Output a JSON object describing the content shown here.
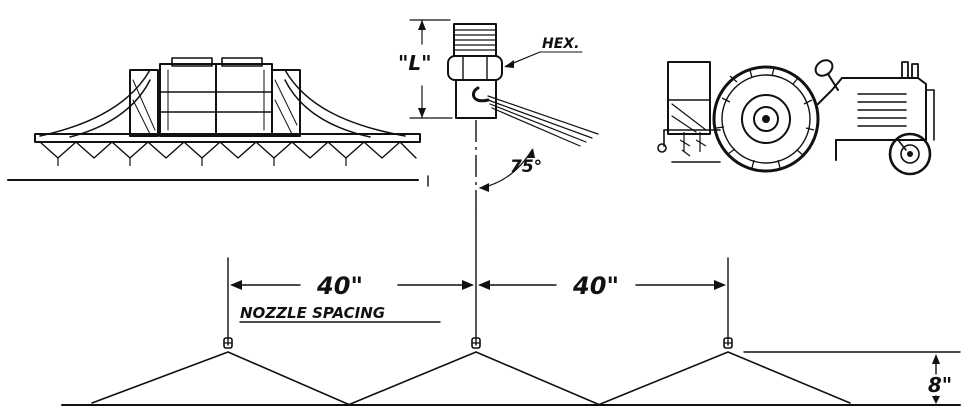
{
  "labels": {
    "length": "\"L\"",
    "hex": "HEX.",
    "angle": "75°",
    "spacing_left": "40\"",
    "spacing_right": "40\"",
    "nozzle_spacing": "NOZZLE SPACING",
    "height": "8\""
  },
  "colors": {
    "ink": "#111111",
    "paper": "#ffffff"
  }
}
